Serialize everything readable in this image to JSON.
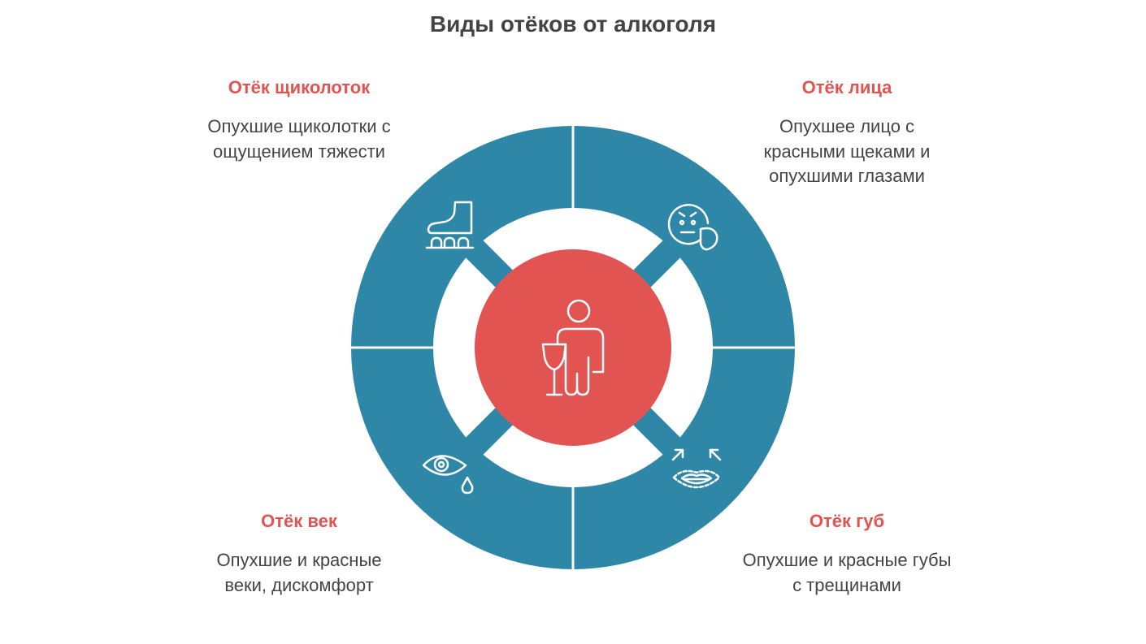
{
  "title": "Виды отёков от алкоголя",
  "colors": {
    "ring": "#2e87a6",
    "center": "#e15452",
    "heading": "#e15452",
    "text": "#444444",
    "icon_stroke": "#ffffff"
  },
  "center": {
    "icon": "person-with-glass-icon"
  },
  "sections": {
    "top_left": {
      "heading": "Отёк щиколоток",
      "description": "Опухшие щиколотки с ощущением тяжести",
      "icon": "foot-icon"
    },
    "top_right": {
      "heading": "Отёк лица",
      "description": "Опухшее лицо с красными щеками и опухшими глазами",
      "icon": "swollen-face-icon"
    },
    "bottom_left": {
      "heading": "Отёк век",
      "description": "Опухшие и красные веки, дискомфорт",
      "icon": "teary-eye-icon"
    },
    "bottom_right": {
      "heading": "Отёк губ",
      "description": "Опухшие и красные губы с трещинами",
      "icon": "swollen-lips-icon"
    }
  }
}
